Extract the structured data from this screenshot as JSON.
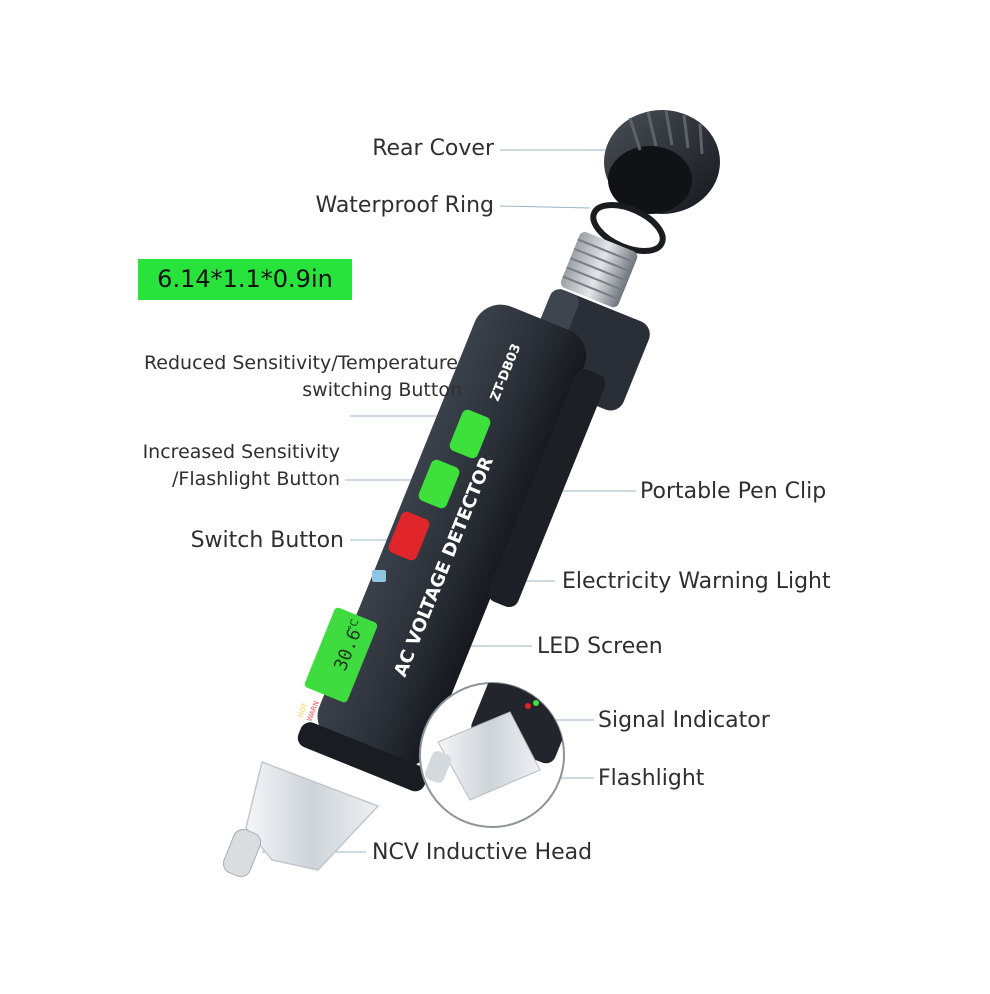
{
  "dimensions": "6.14*1.1*0.9in",
  "device": {
    "model": "ZT-DB03",
    "body_text": "AC VOLTAGE DETECTOR",
    "screen_reading": "30.6",
    "screen_unit": "°C",
    "indicator_label_hot": "HOT",
    "indicator_label_warn": "WARN",
    "body_color": "#2c313a",
    "screen_color": "#3fdc3f",
    "button_green": "#3ee03c",
    "button_red": "#e0262a"
  },
  "labels": {
    "rear_cover": "Rear Cover",
    "waterproof_ring": "Waterproof Ring",
    "reduced_sensitivity_line1": "Reduced Sensitivity/Temperature",
    "reduced_sensitivity_line2": "switching Button",
    "increased_sensitivity_line1": "Increased Sensitivity",
    "increased_sensitivity_line2": "/Flashlight Button",
    "switch_button": "Switch Button",
    "portable_pen_clip": "Portable Pen Clip",
    "electricity_warning_light": "Electricity Warning Light",
    "led_screen": "LED Screen",
    "signal_indicator": "Signal Indicator",
    "flashlight": "Flashlight",
    "ncv_head": "NCV Inductive Head"
  }
}
